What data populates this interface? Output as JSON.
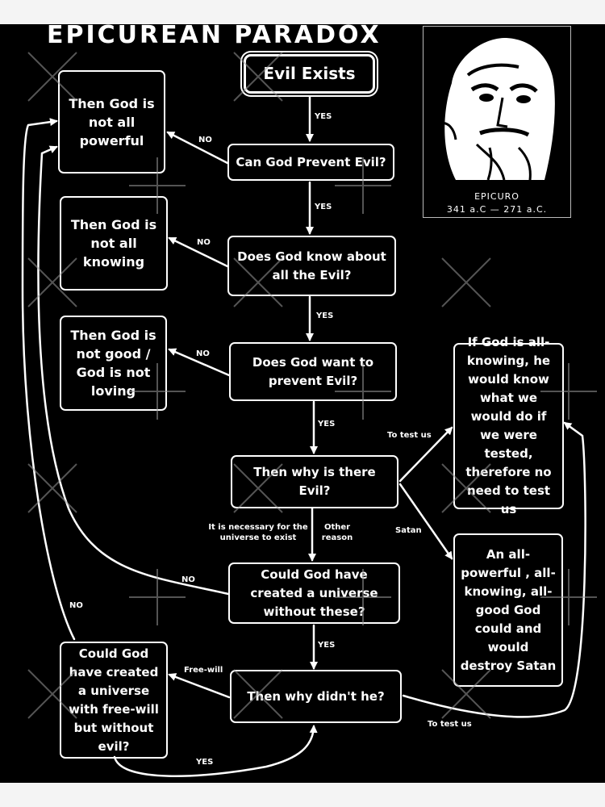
{
  "title": "EPICUREAN PARADOX",
  "portrait": {
    "name": "EPICURO",
    "dates": "341 a.C  — 271 a.C."
  },
  "nodes": {
    "evil_exists": "Evil Exists",
    "not_powerful": "Then God is not all powerful",
    "can_prevent": "Can God Prevent Evil?",
    "not_knowing": "Then God is not all knowing",
    "know_evil": "Does God know about all the Evil?",
    "not_good": "Then God is not good / God is not loving",
    "want_prevent": "Does God want to prevent Evil?",
    "why_evil": "Then why is there Evil?",
    "test_us_box": "If God is all-knowing, he would know what we would do if we were tested, therefore no need to test us",
    "satan_box": "An all-powerful , all-knowing, all-good God could and would destroy Satan",
    "could_create": "Could God have created a universe without these?",
    "why_didnt": "Then why didn't he?",
    "freewill_box": "Could God have created a universe with free-will but without evil?"
  },
  "labels": {
    "yes1": "YES",
    "no1": "NO",
    "yes2": "YES",
    "no2": "NO",
    "yes3": "YES",
    "no3": "NO",
    "yes4": "YES",
    "to_test_us_1": "To test us",
    "satan": "Satan",
    "necessary": "It is necessary for the universe to exist",
    "other_reason": "Other reason",
    "no4": "NO",
    "no5": "NO",
    "yes5": "YES",
    "free_will": "Free-will",
    "to_test_us_2": "To test us",
    "yes6": "YES"
  },
  "colors": {
    "background": "#000000",
    "foreground": "#ffffff",
    "watermark": "#9a9a9a"
  }
}
